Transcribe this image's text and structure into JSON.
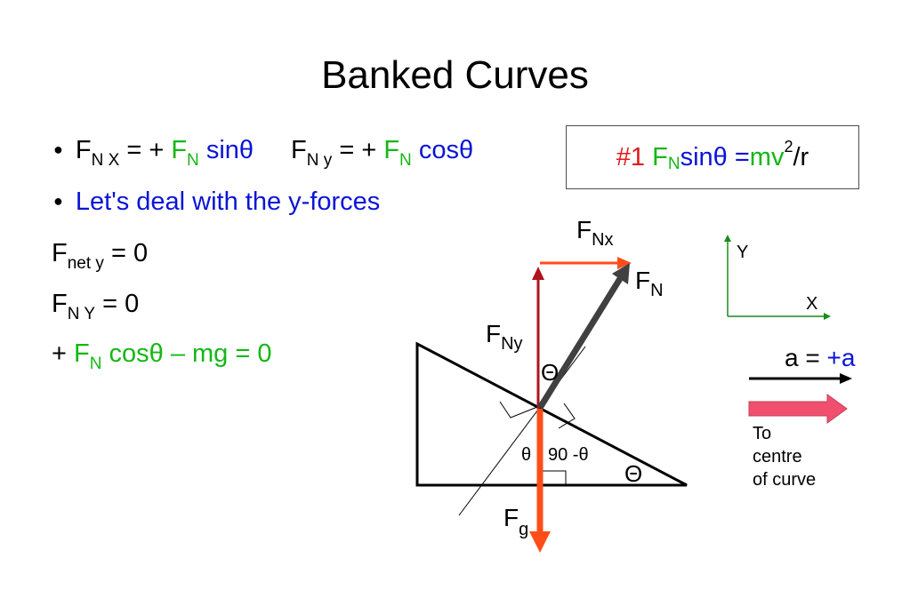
{
  "title": "Banked Curves",
  "line1": {
    "f": "F",
    "nx_sub": "N X",
    "eq": " = + ",
    "fn": "F",
    "fn_sub": "N",
    "sin": " sinθ",
    "f2": "F",
    "ny_sub": "N y",
    "eq2": " = + ",
    "fn2": "F",
    "fn2_sub": "N",
    "cos": " cosθ"
  },
  "box": {
    "num": "#1",
    "fn": "F",
    "fn_sub": "N",
    "sin_eq": " sinθ = ",
    "mv": "mv",
    "sq": "2",
    "r": "/r"
  },
  "line2": "Let's deal with the y-forces",
  "line3": {
    "f": "F",
    "sub": "net y",
    "rest": " = 0"
  },
  "line4": {
    "f": "F",
    "sub": "N Y",
    "rest": " =  0"
  },
  "line5": {
    "plus": "+ ",
    "f": "F",
    "sub": "N",
    "cos": " cosθ – mg = 0"
  },
  "diagram": {
    "fnx": {
      "f": "F",
      "sub": "Nx"
    },
    "fn": {
      "f": "F",
      "sub": "N"
    },
    "fny": {
      "f": "F",
      "sub": "Ny"
    },
    "fg": {
      "f": "F",
      "sub": "g"
    },
    "theta_big": "Θ",
    "theta_small": "θ",
    "ninety": "90 -θ",
    "theta_incline": "Θ",
    "axis_y": "Y",
    "axis_x": "X",
    "accel_a": "a = ",
    "accel_val": "+a",
    "to_centre": [
      "To",
      "centre",
      "of curve"
    ]
  },
  "colors": {
    "green": "#14b814",
    "blue": "#0a14d8",
    "red": "#e11a1a",
    "orange_arrow": "#ff4d1a",
    "dark_red_arrow": "#b0141e",
    "normal_arrow": "#404040",
    "pink_arrow": "#f0506e",
    "axes_green": "#1a8c1a"
  }
}
